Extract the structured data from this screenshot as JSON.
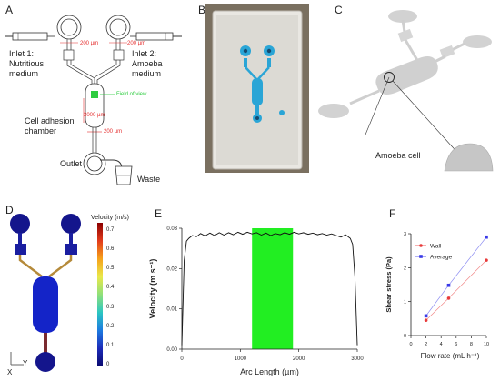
{
  "panels": {
    "a": {
      "letter": "A",
      "inlet1": "Inlet 1:",
      "inlet1_sub": "Nutritious",
      "inlet1_sub2": "medium",
      "inlet2": "Inlet 2:",
      "inlet2_sub": "Amoeba",
      "inlet2_sub2": "medium",
      "dim1": "200 µm",
      "dim2": "200 µm",
      "dim3": "200 µm",
      "dim_chamber": "3000 µm",
      "field_of_view": "Field of view",
      "chamber_label1": "Cell adhesion",
      "chamber_label2": "chamber",
      "outlet": "Outlet",
      "waste": "Waste"
    },
    "b": {
      "letter": "B"
    },
    "c": {
      "letter": "C",
      "amoeba_label": "Amoeba cell"
    },
    "d": {
      "letter": "D",
      "colorbar_title": "Velocity (m/s)",
      "colorbar_ticks": [
        "0.7",
        "0.6",
        "0.5",
        "0.4",
        "0.3",
        "0.2",
        "0.1",
        "0"
      ],
      "axis_y": "Y",
      "axis_x": "X"
    },
    "e": {
      "letter": "E"
    },
    "f": {
      "letter": "F"
    }
  },
  "chart_data": [
    {
      "type": "line",
      "panel": "E",
      "xlabel": "Arc Length (µm)",
      "ylabel": "Velocity (m s⁻¹)",
      "xlim": [
        0,
        3000
      ],
      "ylim": [
        0,
        0.03
      ],
      "xticks": [
        "0",
        "1000",
        "2000",
        "3000"
      ],
      "yticks": [
        "0.00",
        "0.01",
        "0.02",
        "0.03"
      ],
      "highlight": {
        "x_start": 1200,
        "x_end": 1900,
        "color": "#22ee22"
      },
      "series": [
        {
          "x": [
            0,
            40,
            80,
            120,
            180,
            250,
            320,
            400,
            480,
            560,
            640,
            720,
            800,
            880,
            960,
            1040,
            1120,
            1200,
            1280,
            1360,
            1440,
            1520,
            1600,
            1680,
            1760,
            1840,
            1920,
            2000,
            2080,
            2160,
            2240,
            2320,
            2400,
            2480,
            2560,
            2640,
            2720,
            2800,
            2880,
            2920,
            2960,
            3000
          ],
          "y": [
            0.001,
            0.022,
            0.0268,
            0.0275,
            0.0282,
            0.0279,
            0.0287,
            0.0281,
            0.0288,
            0.0282,
            0.0289,
            0.0283,
            0.0289,
            0.0284,
            0.029,
            0.0285,
            0.029,
            0.0286,
            0.0289,
            0.0283,
            0.0288,
            0.0282,
            0.0287,
            0.0284,
            0.0289,
            0.0285,
            0.029,
            0.0286,
            0.0289,
            0.0285,
            0.0288,
            0.0284,
            0.0287,
            0.0283,
            0.0286,
            0.0282,
            0.0278,
            0.0284,
            0.0275,
            0.026,
            0.018,
            0.001
          ]
        }
      ]
    },
    {
      "type": "line",
      "panel": "F",
      "xlabel": "Flow rate (mL h⁻¹)",
      "ylabel": "Shear stress (Pa)",
      "xlim": [
        0,
        10
      ],
      "ylim": [
        0,
        3
      ],
      "xticks": [
        "0",
        "2",
        "4",
        "6",
        "8",
        "10"
      ],
      "yticks": [
        "0",
        "1",
        "2",
        "3"
      ],
      "legend": "top-left",
      "series": [
        {
          "name": "Wall",
          "color": "#e83a3a",
          "marker": "circle",
          "x": [
            2,
            5,
            10
          ],
          "y": [
            0.45,
            1.1,
            2.22
          ]
        },
        {
          "name": "Average",
          "color": "#3a3ae8",
          "marker": "square",
          "x": [
            2,
            5,
            10
          ],
          "y": [
            0.58,
            1.48,
            2.9
          ]
        }
      ]
    }
  ]
}
